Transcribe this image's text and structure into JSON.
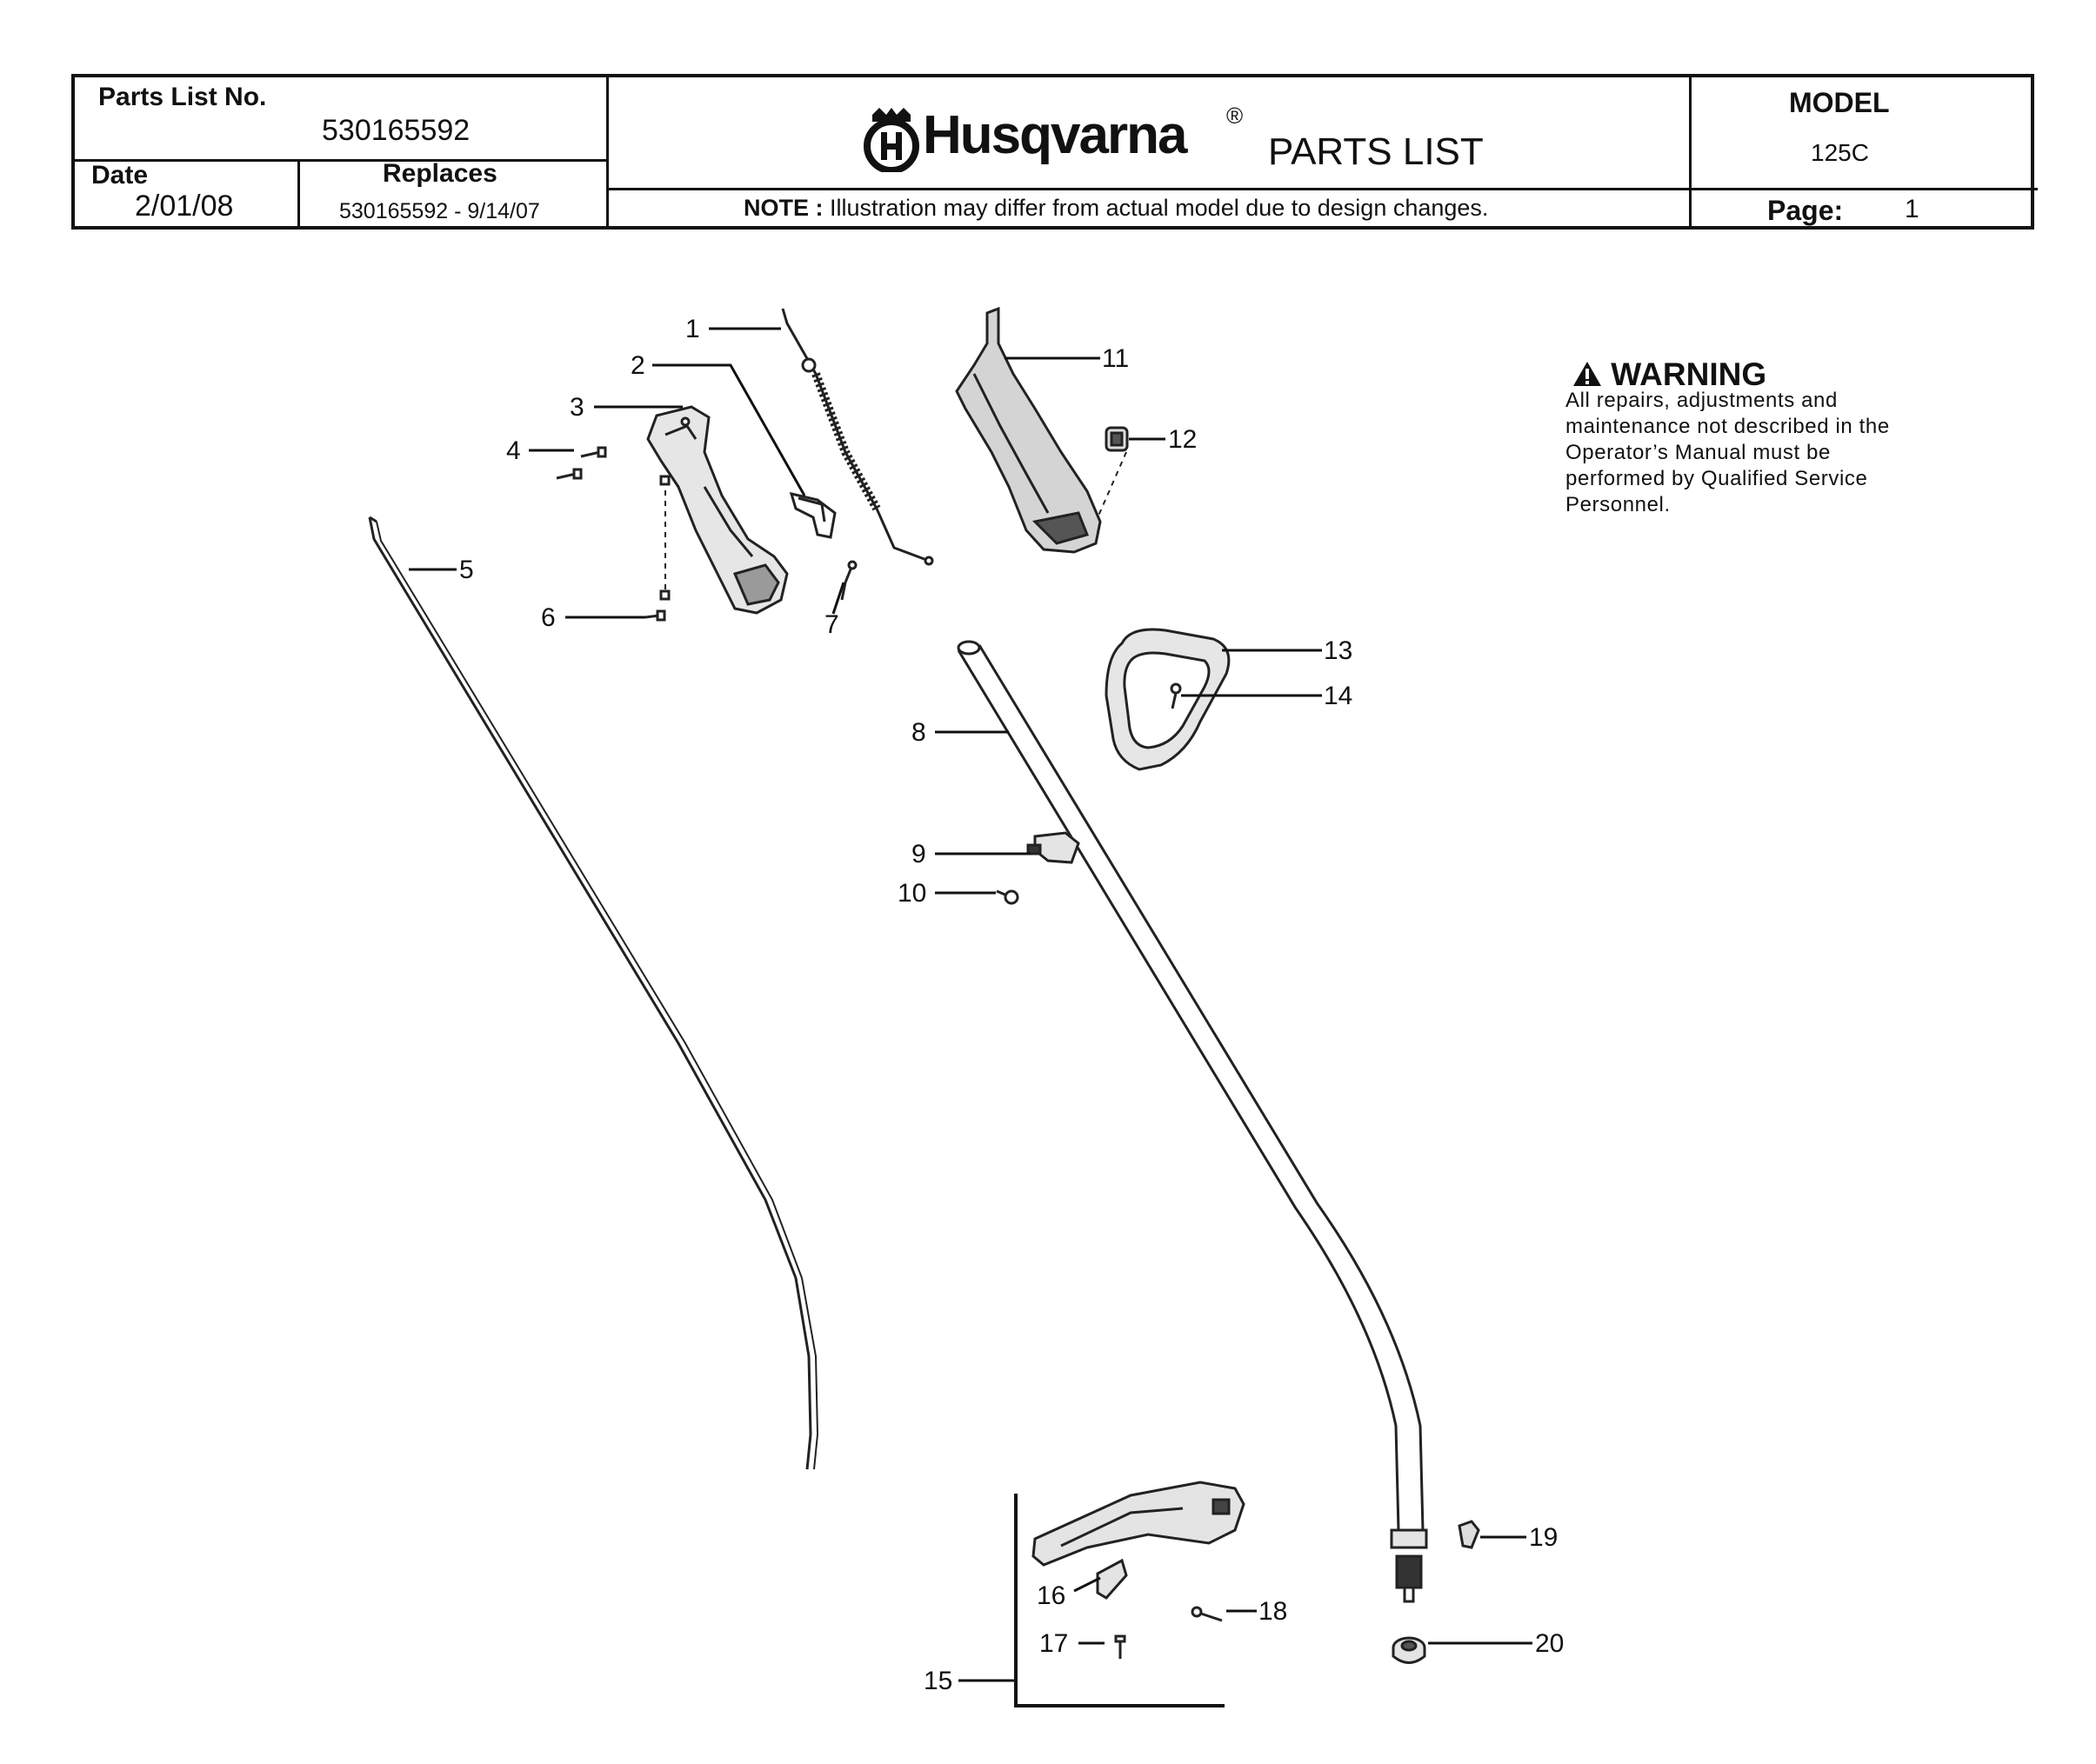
{
  "header": {
    "parts_list_no_label": "Parts List No.",
    "parts_list_no": "530165592",
    "date_label": "Date",
    "date": "2/01/08",
    "replaces_label": "Replaces",
    "replaces": "530165592 - 9/14/07",
    "brand": "Husqvarna",
    "registered": "®",
    "doc_title": "PARTS LIST",
    "note_label": "NOTE :",
    "note_text": "Illustration may differ from actual model due to design changes.",
    "model_label": "MODEL",
    "model": "125C",
    "page_label": "Page:",
    "page": "1"
  },
  "warning": {
    "icon": "warning-triangle-icon",
    "title": "WARNING",
    "text": "All repairs, adjustments and maintenance not described in the Operator’s Manual must be performed by Qualified Service Personnel."
  },
  "callouts": [
    "1",
    "2",
    "3",
    "4",
    "5",
    "6",
    "7",
    "8",
    "9",
    "10",
    "11",
    "12",
    "13",
    "14",
    "15",
    "16",
    "17",
    "18",
    "19",
    "20"
  ]
}
